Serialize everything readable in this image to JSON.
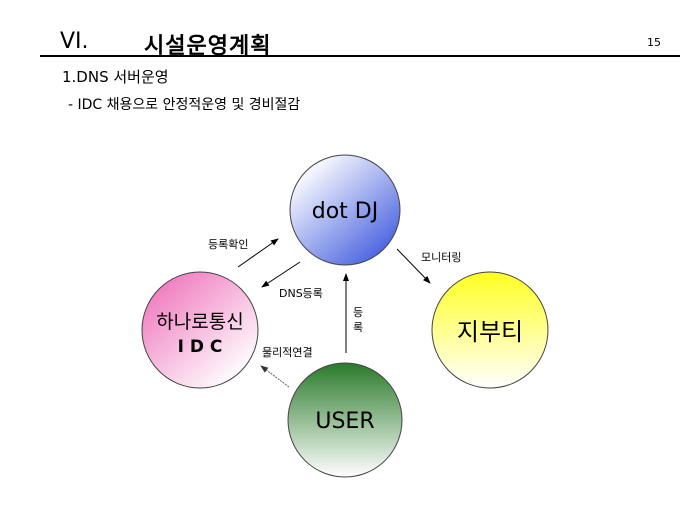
{
  "header": {
    "section_number": "VI.",
    "section_title": "시설운영계획",
    "page_number": "15"
  },
  "subtitle": "1.DNS 서버운영",
  "bullet": "- IDC 채용으로 안정적운영 및 경비절감",
  "diagram": {
    "nodes": {
      "dotdj": {
        "label": "dot DJ",
        "color": "#4a63e0"
      },
      "idc": {
        "label_line1": "하나로통신",
        "label_line2": "I D C",
        "color": "#f07cc0"
      },
      "jibuti": {
        "label": "지부티",
        "color": "#ffff20"
      },
      "user": {
        "label": "USER",
        "color": "#2a7a2a"
      }
    },
    "edges": {
      "confirm": "등록확인",
      "dns_register": "DNS등록",
      "monitoring": "모니터링",
      "register_line1": "등",
      "register_line2": "록",
      "physical": "물리적연결"
    }
  }
}
